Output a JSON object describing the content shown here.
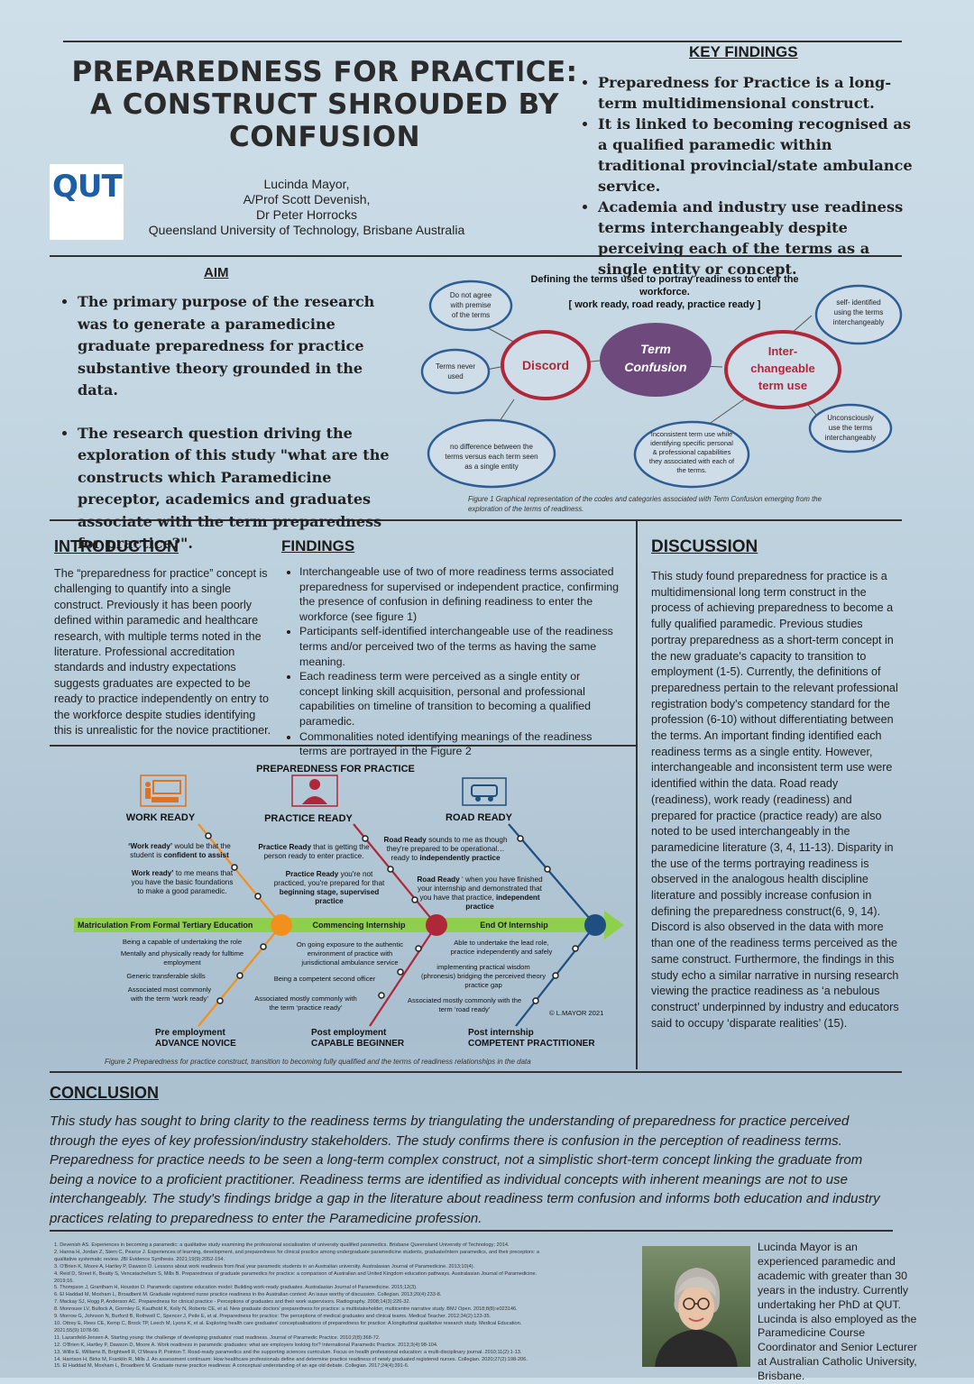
{
  "title": {
    "line1": "PREPAREDNESS FOR PRACTICE:",
    "line2": "A  CONSTRUCT SHROUDED BY",
    "line3": "CONFUSION"
  },
  "logo_text": "QUT",
  "authors": [
    "Lucinda Mayor,",
    "A/Prof Scott Devenish,",
    "Dr Peter Horrocks",
    "Queensland University of Technology, Brisbane Australia"
  ],
  "key_findings": {
    "heading": "KEY FINDINGS",
    "items": [
      "Preparedness for Practice is a long-term multidimensional construct.",
      "It is linked to becoming recognised as a qualified paramedic within traditional provincial/state ambulance service.",
      "Academia and industry use readiness terms interchangeably despite perceiving each of the terms as a single entity or concept."
    ]
  },
  "aim": {
    "heading": "AIM",
    "items": [
      "The primary purpose of the research was to generate a paramedicine graduate preparedness for practice substantive theory grounded in the data.",
      "The research question driving the exploration of this study \"what are the constructs which Paramedicine preceptor, academics and graduates associate with the term preparedness for practice?\"."
    ]
  },
  "figure1": {
    "title_line1": "Defining the terms used to portray readiness to enter the",
    "title_line2": "workforce.",
    "title_line3": "[ work ready, road ready, practice ready ]",
    "center_line1": "Term",
    "center_line2": "Confusion",
    "discord": "Discord",
    "interchange_line1": "Inter-",
    "interchange_line2": "changeable",
    "interchange_line3": "term use",
    "bubble_not_agree_1": "Do not agree",
    "bubble_not_agree_2": "with premise",
    "bubble_not_agree_3": "of the  terms",
    "bubble_never_1": "Terms never",
    "bubble_never_2": "used",
    "bubble_nodiff_1": "no difference between the",
    "bubble_nodiff_2": "terms versus each term seen",
    "bubble_nodiff_3": "as a single entity",
    "bubble_self_1": "self- identified",
    "bubble_self_2": "using the terms",
    "bubble_self_3": "interchangeably",
    "bubble_uncon_1": "Unconsciously",
    "bubble_uncon_2": "use the terms",
    "bubble_uncon_3": "interchangeably",
    "bubble_incon_1": "Inconsistent term use while",
    "bubble_incon_2": "identifying specific personal",
    "bubble_incon_3": "& professional  capabilities",
    "bubble_incon_4": "they  associated with each of",
    "bubble_incon_5": "the terms.",
    "caption_line1": "Figure 1 Graphical representation of the codes and categories associated with Term Confusion emerging from the",
    "caption_line2": "exploration of the terms of readiness."
  },
  "introduction": {
    "heading": "INTRODUCTION",
    "text": "The “preparedness for practice” concept is challenging to quantify into a single construct. Previously it has been poorly defined within paramedic and healthcare research, with multiple terms noted in the literature. Professional accreditation standards and industry expectations suggests graduates are expected to be ready to practice independently on entry to the workforce despite studies identifying  this is unrealistic for the novice practitioner."
  },
  "findings": {
    "heading": "FINDINGS",
    "items": [
      "Interchangeable use of two of more readiness terms associated preparedness for supervised or independent practice, confirming the presence of confusion in defining readiness to enter the workforce (see figure 1)",
      " Participants self-identified interchangeable use of the readiness terms and/or perceived two of the terms as having the same meaning.",
      "Each readiness term were perceived as a single entity or concept linking skill acquisition, personal and professional capabilities on timeline of transition to becoming a qualified paramedic.",
      "Commonalities noted identifying meanings of the readiness terms are portrayed in the Figure 2"
    ]
  },
  "discussion": {
    "heading": "DISCUSSION",
    "text": "This study found preparedness for practice is a multidimensional long term construct in the process of achieving preparedness to become a fully qualified paramedic. Previous studies portray preparedness as a short-term concept  in the new graduate's capacity to transition to employment (1-5). Currently, the definitions of preparedness pertain to the relevant professional registration body's competency standard for the profession (6-10) without differentiating between the terms. An important finding identified each readiness terms as a single entity. However, interchangeable and inconsistent term use were identified within the data. Road ready (readiness), work ready (readiness) and prepared for practice (practice ready) are also noted to be used interchangeably in the paramedicine literature (3, 4, 11-13). Disparity in the use of the terms portraying readiness is observed in the analogous health discipline literature and possibly increase confusion in defining the preparedness construct(6, 9, 14). Discord is also observed in the data with more than one of the readiness terms perceived as the same construct. Furthermore, the findings in this study echo a similar narrative in nursing research viewing the practice readiness as ‘a nebulous construct’ underpinned by industry and educators said to occupy ‘disparate realities’ (15)."
  },
  "figure2": {
    "title": "PREPAREDNESS FOR PRACTICE",
    "work_ready": "WORK READY",
    "practice_ready": "PRACTICE READY",
    "road_ready": "ROAD READY",
    "wr_q1_b1": "‘Work ready’",
    "wr_q1_n1": " would be that the",
    "wr_q1_n2": "student is ",
    "wr_q1_b2": "confident to assist",
    "wr_q2_b1": "Work ready’",
    "wr_q2_n1": " to me means that",
    "wr_q2_line2": "you have the basic foundations",
    "wr_q2_line3": "to make a good paramedic.",
    "pr_q1_b1": "Practice Ready",
    "pr_q1_n1": " that is getting the",
    "pr_q1_line2": "person ready to enter practice.",
    "pr_q2_b1": "Practice Ready",
    "pr_q2_n1": " you're not",
    "pr_q2_line2": "practiced, you're prepared for that",
    "pr_q2_b2": "beginning stage, supervised",
    "pr_q2_b3": "practice",
    "rr_q1_b1": "Road Ready",
    "rr_q1_n1": " sounds to me as though",
    "rr_q1_line2": "they're prepared to be operational…",
    "rr_q1_n3": "ready to ",
    "rr_q1_b3": "independently practice",
    "rr_q2_b1": "Road Ready ",
    "rr_q2_n1": "‘ when you have finished",
    "rr_q2_line2": "your internship and demonstrated that",
    "rr_q2_n3": "you have that practice, ",
    "rr_q2_b3": "independent",
    "rr_q2_b4": "practice",
    "timeline_1": "Matriculation From Formal Tertiary Education",
    "timeline_2": "Commencing Internship",
    "timeline_3": "End Of Internship",
    "pre_1": "Being a capable of undertaking the role",
    "pre_2": "Mentally and physically ready for fulltime",
    "pre_2b": "employment",
    "pre_3": "Generic transferable skills",
    "pre_4": "Associated most commonly",
    "pre_4b": "with the term ‘work ready’",
    "post_1": "On going exposure to the authentic",
    "post_1b": "environment of practice with",
    "post_1c": "jurisdictional ambulance service",
    "post_2": "Being a competent second officer",
    "post_3": "Associated mostly commonly with",
    "post_3b": "the term ‘practice ready’",
    "int_1": "Able to undertake the lead role,",
    "int_1b": "practice independently and safely",
    "int_2": "implementing practical wisdom",
    "int_2b": "(phronesis) bridging the perceived theory",
    "int_2c": "practice gap",
    "int_3": "Associated mostly commonly with the",
    "int_3b": "term ‘road ready’",
    "copyright": "© L.MAYOR 2021",
    "stage1_a": "Pre employment",
    "stage1_b": "ADVANCE NOVICE",
    "stage2_a": "Post employment",
    "stage2_b": "CAPABLE BEGINNER",
    "stage3_a": "Post internship",
    "stage3_b": "COMPETENT PRACTITIONER",
    "caption": "Figure 2 Preparedness for practice construct, transition to becoming fully qualified and the terms of readiness relationships in the data"
  },
  "conclusion": {
    "heading": "CONCLUSION",
    "text": "This study has sought to bring clarity to the readiness terms by triangulating the understanding of preparedness for practice perceived through the eyes of key profession/industry stakeholders. The study confirms there is confusion in the perception of readiness terms. Preparedness for practice needs to be seen a long-term complex construct, not a simplistic short-term concept linking the graduate from being a novice to a proficient practitioner. Readiness terms are identified as individual concepts with inherent meanings are not to use interchangeably. The study's findings bridge a gap in the literature about readiness term confusion and informs both education and industry practices relating to preparedness to enter the Paramedicine profession."
  },
  "references": [
    "1. Devenish AS. Experiences in becoming a paramedic: a qualitative study examining the professional socialisation of university qualified paramedics. Brisbane Queensland University of Technology; 2014.",
    "2. Hanna H, Jordan Z, Stern C, Pearce J. Experiences of learning, development, and preparedness for clinical practice among undergraduate paramedicine students, graduate/intern paramedics, and their preceptors: a",
    "qualitative systematic review. JBI Evidence Synthesis. 2021;19(9):2052-154.",
    "3. O'Brien K, Moore A, Hartley P, Dawson D. Lessons about work readiness from final year paramedic students in an Australian university. Australasian Journal of Paramedicine. 2013;10(4).",
    "4. Reid D, Street K, Beatty S, Vencatachellum S, Mills B. Preparedness of graduate paramedics for practice: a comparison of Australian and United Kingdom education pathways. Australasian Journal of Paramedicine.",
    "2019;16.",
    "5. Thompson J, Grantham H, Houston D. Paramedic capstone education model: Building work-ready graduates. Australasian Journal of Paramedicine. 2015;12(3).",
    "6. El Haddad M, Moxham L, Broadbent M. Graduate registered nurse practice readiness in the Australian context: An issue worthy of discussion. Collegian. 2013;20(4):233-8.",
    "7. Mackay SJ, Hogg P, Anderson AC. Preparedness for clinical practice - Perceptions of graduates and their work supervisors. Radiography. 2008;14(3):226-32.",
    "8. Monrouxe LV, Bullock A, Gormley G, Kaufhold K, Kelly N, Roberts CE, et al. New graduate doctors' preparedness for practice: a multistakeholder, multicentre narrative study. BMJ Open. 2018;8(8):e023146.",
    "9. Morrow G, Johnson N, Burford B, Rothwell C, Spencer J, Peile E, et al. Preparedness for practice: The perceptions of medical graduates and clinical teams. Medical Teacher. 2012;34(2):123-35.",
    "10. Ottrey E, Rees CE, Kemp C, Brock TP, Leech M, Lyons K, et al. Exploring health care graduates' conceptualisations of preparedness for practice: A longitudinal qualitative research study. Medical Education.",
    "2021;55(9):1078-90.",
    "11. Lazarsfeld-Jensen A. Starting young: the challenge of developing graduates' road readiness. Journal of Paramedic Practice. 2010;2(8):368-72.",
    "12. O'Brien K, Hartley P, Dawson D, Moore A. Work readiness in paramedic graduates: what are employers looking for? International Paramedic Practice. 2013;3(4):98-104.",
    "13. Willis E, Williams B, Brightwell R, O'Meara P, Pointon T. Road-ready paramedics and the supporting sciences curriculum. Focus on health professional education: a multi-disciplinary journal. 2010;11(2):1-13.",
    "14. Harrison H, Birks M, Franklin R, Mills J. An assessment continuum: How healthcare professionals define and determine practice readiness of newly graduated registered nurses. Collegian. 2020;27(2):198-206.",
    "15. El Haddad M, Moxham L, Broadbent M. Graduate nurse practice readiness: A conceptual understanding of an age old debate. Collegian. 2017;24(4):391-6."
  ],
  "bio": "Lucinda Mayor is an experienced paramedic and academic with greater than 30 years in the industry. Currently undertaking her PhD at QUT. Lucinda is also employed as the Paramedicine Course Coordinator and Senior Lecturer at Australian Catholic University, Brisbane.",
  "colors": {
    "orange": "#f2901e",
    "crimson": "#b0273a",
    "navy": "#1f4f80",
    "timeline_green": "#8ed04b",
    "term_purple": "#6e4a7c",
    "bubble_blue": "#2e5d93",
    "qut_blue": "#1d5fa6"
  }
}
